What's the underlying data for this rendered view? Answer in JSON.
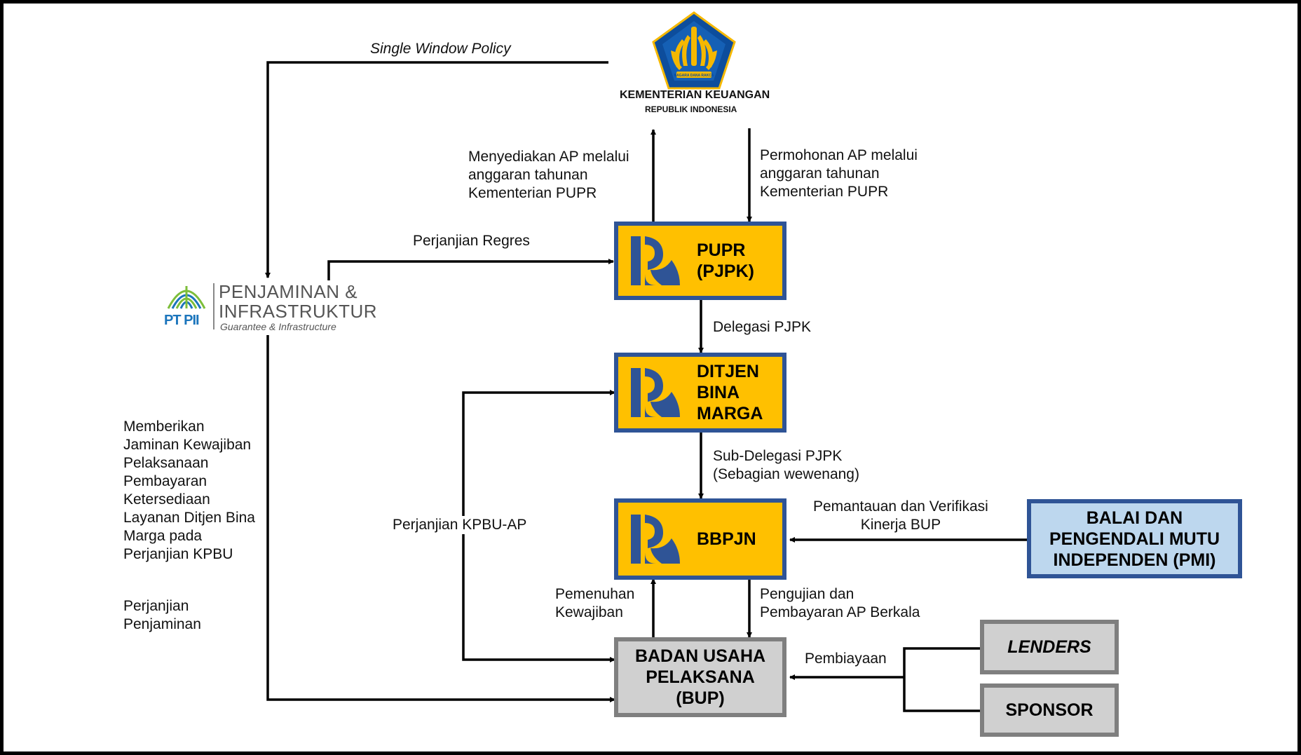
{
  "colors": {
    "node_gold": "#FFC000",
    "node_blue_border": "#2F5496",
    "node_grey": "#D0D0D0",
    "node_grey_border": "#7F7F7F",
    "node_pmi": "#BDD7EE",
    "kemenkeu_blue": "#0D4D9C",
    "kemenkeu_gold": "#F5B800",
    "ptpii_green": "#7DBE3A",
    "ptpii_blue": "#1B75BC"
  },
  "kemenkeu": {
    "name": "KEMENTERIAN KEUANGAN",
    "sub": "REPUBLIK INDONESIA",
    "emblem_text": "NAGARA DANA RAKCA",
    "icon": "kemenkeu-emblem"
  },
  "ptpii": {
    "short": "PT PII",
    "line1": "PENJAMINAN &",
    "line2": "INFRASTRUKTUR",
    "tagline": "Guarantee & Infrastructure",
    "icon": "ptpii-logo"
  },
  "nodes": {
    "pupr": "PUPR\n(PJPK)",
    "ditjen": "DITJEN\nBINA\nMARGA",
    "bbpjn": "BBPJN",
    "bup": "BADAN USAHA\nPELAKSANA\n(BUP)",
    "pmi": "BALAI DAN\nPENGENDALI MUTU\nINDEPENDEN (PMI)",
    "lenders": "LENDERS",
    "sponsor": "SPONSOR"
  },
  "labels": {
    "single_window": "Single Window Policy",
    "menyediakan": "Menyediakan AP melalui\nanggaran tahunan\nKementerian PUPR",
    "permohonan": "Permohonan AP melalui\nanggaran tahunan\nKementerian PUPR",
    "regres": "Perjanjian Regres",
    "delegasi": "Delegasi PJPK",
    "sub_delegasi": "Sub-Delegasi PJPK\n(Sebagian wewenang)",
    "pemantauan": "Pemantauan dan Verifikasi\nKinerja BUP",
    "kpbu_ap": "Perjanjian KPBU-AP",
    "memberikan": "Memberikan\nJaminan Kewajiban\nPelaksanaan\nPembayaran\nKetersediaan\nLayanan Ditjen Bina\nMarga pada\nPerjanjian KPBU",
    "penjaminan": "Perjanjian\nPenjaminan",
    "pemenuhan": "Pemenuhan\nKewajiban",
    "pengujian": "Pengujian dan\nPembayaran AP Berkala",
    "pembiayaan": "Pembiayaan"
  }
}
